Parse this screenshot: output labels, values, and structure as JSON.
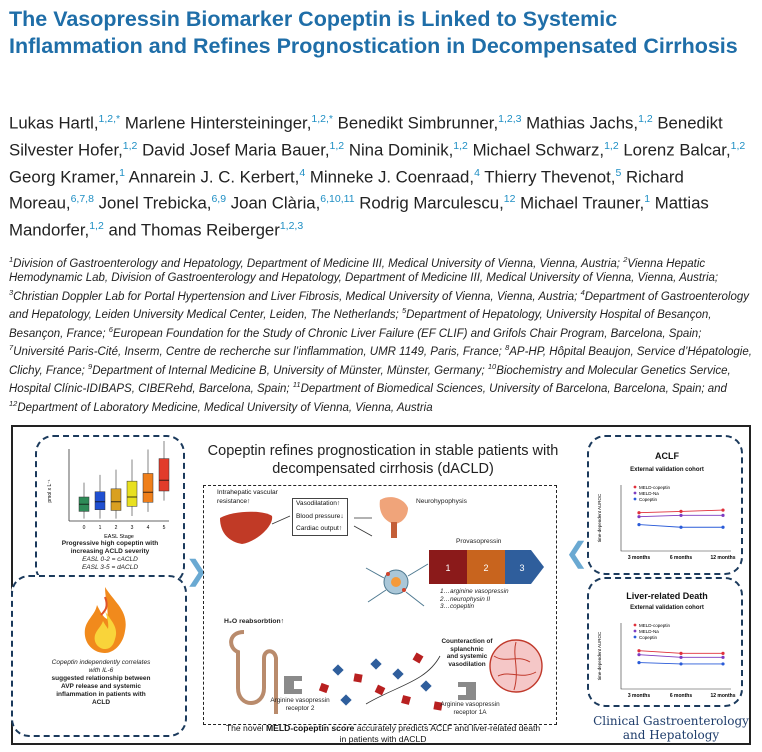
{
  "paper": {
    "title": "The Vasopressin Biomarker Copeptin is Linked to Systemic Inflammation and Refines Prognostication in Decompensated Cirrhosis",
    "authors": [
      {
        "name": "Lukas Hartl,",
        "sup": "1,2,*"
      },
      {
        "name": "Marlene Hintersteininger,",
        "sup": "1,2,*"
      },
      {
        "name": "Benedikt Simbrunner,",
        "sup": "1,2,3"
      },
      {
        "name": "Mathias Jachs,",
        "sup": "1,2"
      },
      {
        "name": "Benedikt Silvester Hofer,",
        "sup": "1,2"
      },
      {
        "name": "David Josef Maria Bauer,",
        "sup": "1,2"
      },
      {
        "name": "Nina Dominik,",
        "sup": "1,2"
      },
      {
        "name": "Michael Schwarz,",
        "sup": "1,2"
      },
      {
        "name": "Lorenz Balcar,",
        "sup": "1,2"
      },
      {
        "name": "Georg Kramer,",
        "sup": "1"
      },
      {
        "name": "Annarein J. C. Kerbert,",
        "sup": "4"
      },
      {
        "name": "Minneke J. Coenraad,",
        "sup": "4"
      },
      {
        "name": "Thierry Thevenot,",
        "sup": "5"
      },
      {
        "name": "Richard Moreau,",
        "sup": "6,7,8"
      },
      {
        "name": "Jonel Trebicka,",
        "sup": "6,9"
      },
      {
        "name": "Joan Clària,",
        "sup": "6,10,11"
      },
      {
        "name": "Rodrig Marculescu,",
        "sup": "12"
      },
      {
        "name": "Michael Trauner,",
        "sup": "1"
      },
      {
        "name": "Mattias Mandorfer,",
        "sup": "1,2"
      },
      {
        "name": "and Thomas Reiberger",
        "sup": "1,2,3"
      }
    ],
    "affiliations": [
      {
        "n": "1",
        "text": "Division of Gastroenterology and Hepatology, Department of Medicine III, Medical University of Vienna, Vienna, Austria;"
      },
      {
        "n": "2",
        "text": "Vienna Hepatic Hemodynamic Lab, Division of Gastroenterology and Hepatology, Department of Medicine III, Medical University of Vienna, Vienna, Austria;"
      },
      {
        "n": "3",
        "text": "Christian Doppler Lab for Portal Hypertension and Liver Fibrosis, Medical University of Vienna, Vienna, Austria;"
      },
      {
        "n": "4",
        "text": "Department of Gastroenterology and Hepatology, Leiden University Medical Center, Leiden, The Netherlands;"
      },
      {
        "n": "5",
        "text": "Department of Hepatology, University Hospital of Besançon, Besançon, France;"
      },
      {
        "n": "6",
        "text": "European Foundation for the Study of Chronic Liver Failure (EF CLIF) and Grifols Chair Program, Barcelona, Spain;"
      },
      {
        "n": "7",
        "text": "Université Paris-Cité, Inserm, Centre de recherche sur l’inflammation, UMR 1149, Paris, France;"
      },
      {
        "n": "8",
        "text": "AP-HP, Hôpital Beaujon, Service d’Hépatologie, Clichy, France;"
      },
      {
        "n": "9",
        "text": "Department of Internal Medicine B, University of Münster, Münster, Germany;"
      },
      {
        "n": "10",
        "text": "Biochemistry and Molecular Genetics Service, Hospital Clínic-IDIBAPS, CIBERehd, Barcelona, Spain;"
      },
      {
        "n": "11",
        "text": "Department of Biomedical Sciences, University of Barcelona, Barcelona, Spain; and"
      },
      {
        "n": "12",
        "text": "Department of Laboratory Medicine, Medical University of Vienna, Vienna, Austria"
      }
    ]
  },
  "abstract": {
    "title_line1": "Copeptin refines prognostication in stable patients with",
    "title_line2": "decompensated cirrhosis (dACLD)",
    "boxplot": {
      "ylabel": "pmol x L⁻¹",
      "xlabel": "EASL Stage",
      "categories": [
        "0",
        "1",
        "2",
        "3",
        "4",
        "5"
      ],
      "colors": [
        "#2e8b57",
        "#1f4fd1",
        "#d9a020",
        "#e8e020",
        "#ef7f1a",
        "#e23b2a"
      ],
      "medians": [
        7,
        8,
        8,
        10,
        12,
        17
      ],
      "caption1": "Progressive high copeptin with",
      "caption2": "increasing ACLD severity",
      "caption3": "EASL 0-2 = cACLD",
      "caption4": "EASL 3-5 = dACLD"
    },
    "inflammation": {
      "line1": "Copeptin independently correlates",
      "line2": "with IL-6",
      "line3": "suggested relationship between",
      "line4": "AVP release and systemic",
      "line5": "inflammation in patients with",
      "line6": "ACLD"
    },
    "mechanism": {
      "resistance1": "Intrahepatic vascular",
      "resistance2": "resistance↑",
      "vasodilatation": "Vasodilatation↑",
      "blood_pressure": "Blood pressure↓",
      "cardiac_output": "Cardiac output↑",
      "neurohypophysis": "Neurohypophysis",
      "provasopressin": "Provasopressin",
      "segment_labels": [
        "1",
        "2",
        "3"
      ],
      "list1": "1…arginine vasopressin",
      "list2": "2…neurophysin II",
      "list3": "3…copeptin",
      "h2o": "H₂O reabsorbtion↑",
      "receptor2_1": "Arginine vasopressin",
      "receptor2_2": "receptor 2",
      "counter1": "Counteraction of splanchnic",
      "counter2": "and systemic vasodilation",
      "receptor1a_1": "Arginine vasopressin",
      "receptor1a_2": "receptor 1A"
    },
    "footer_pre": "The novel ",
    "footer_bold": "MELD-copeptin score",
    "footer_post": " accurately predicts ACLF and liver-related death in patients with dACLD",
    "aclf_chart": {
      "heading": "ACLF",
      "subtitle": "External validation cohort",
      "ylabel": "time-dependent AUROC",
      "x_labels": [
        "3 months",
        "6 months",
        "12 months"
      ],
      "legend": [
        "MELD-copeptin",
        "MELD-Na",
        "Copeptin"
      ],
      "colors": [
        "#e0303b",
        "#7d3cc0",
        "#2a5bd8"
      ]
    },
    "death_chart": {
      "heading": "Liver-related Death",
      "subtitle": "External validation cohort",
      "ylabel": "time-dependent AUROC",
      "x_labels": [
        "3 months",
        "6 months",
        "12 months"
      ],
      "legend": [
        "MELD-copeptin",
        "MELD-Na",
        "Copeptin"
      ],
      "colors": [
        "#e0303b",
        "#7d3cc0",
        "#2a5bd8"
      ]
    },
    "journal1": "Clinical Gastroenterology",
    "journal2": "and Hepatology"
  },
  "chart_data": [
    {
      "type": "line",
      "title": "ACLF",
      "subtitle": "External validation cohort",
      "ylabel": "time-dependent AUROC",
      "categories": [
        "3 months",
        "6 months",
        "12 months"
      ],
      "series": [
        {
          "name": "MELD-copeptin",
          "values": [
            0.79,
            0.8,
            0.81
          ]
        },
        {
          "name": "MELD-Na",
          "values": [
            0.76,
            0.77,
            0.77
          ]
        },
        {
          "name": "Copeptin",
          "values": [
            0.7,
            0.68,
            0.68
          ]
        }
      ],
      "ylim": [
        0.5,
        1.0
      ]
    },
    {
      "type": "line",
      "title": "Liver-related Death",
      "subtitle": "External validation cohort",
      "ylabel": "time-dependent AUROC",
      "categories": [
        "3 months",
        "6 months",
        "12 months"
      ],
      "series": [
        {
          "name": "MELD-copeptin",
          "values": [
            0.79,
            0.77,
            0.77
          ]
        },
        {
          "name": "MELD-Na",
          "values": [
            0.76,
            0.74,
            0.74
          ]
        },
        {
          "name": "Copeptin",
          "values": [
            0.7,
            0.69,
            0.69
          ]
        }
      ],
      "ylim": [
        0.5,
        1.0
      ]
    }
  ]
}
